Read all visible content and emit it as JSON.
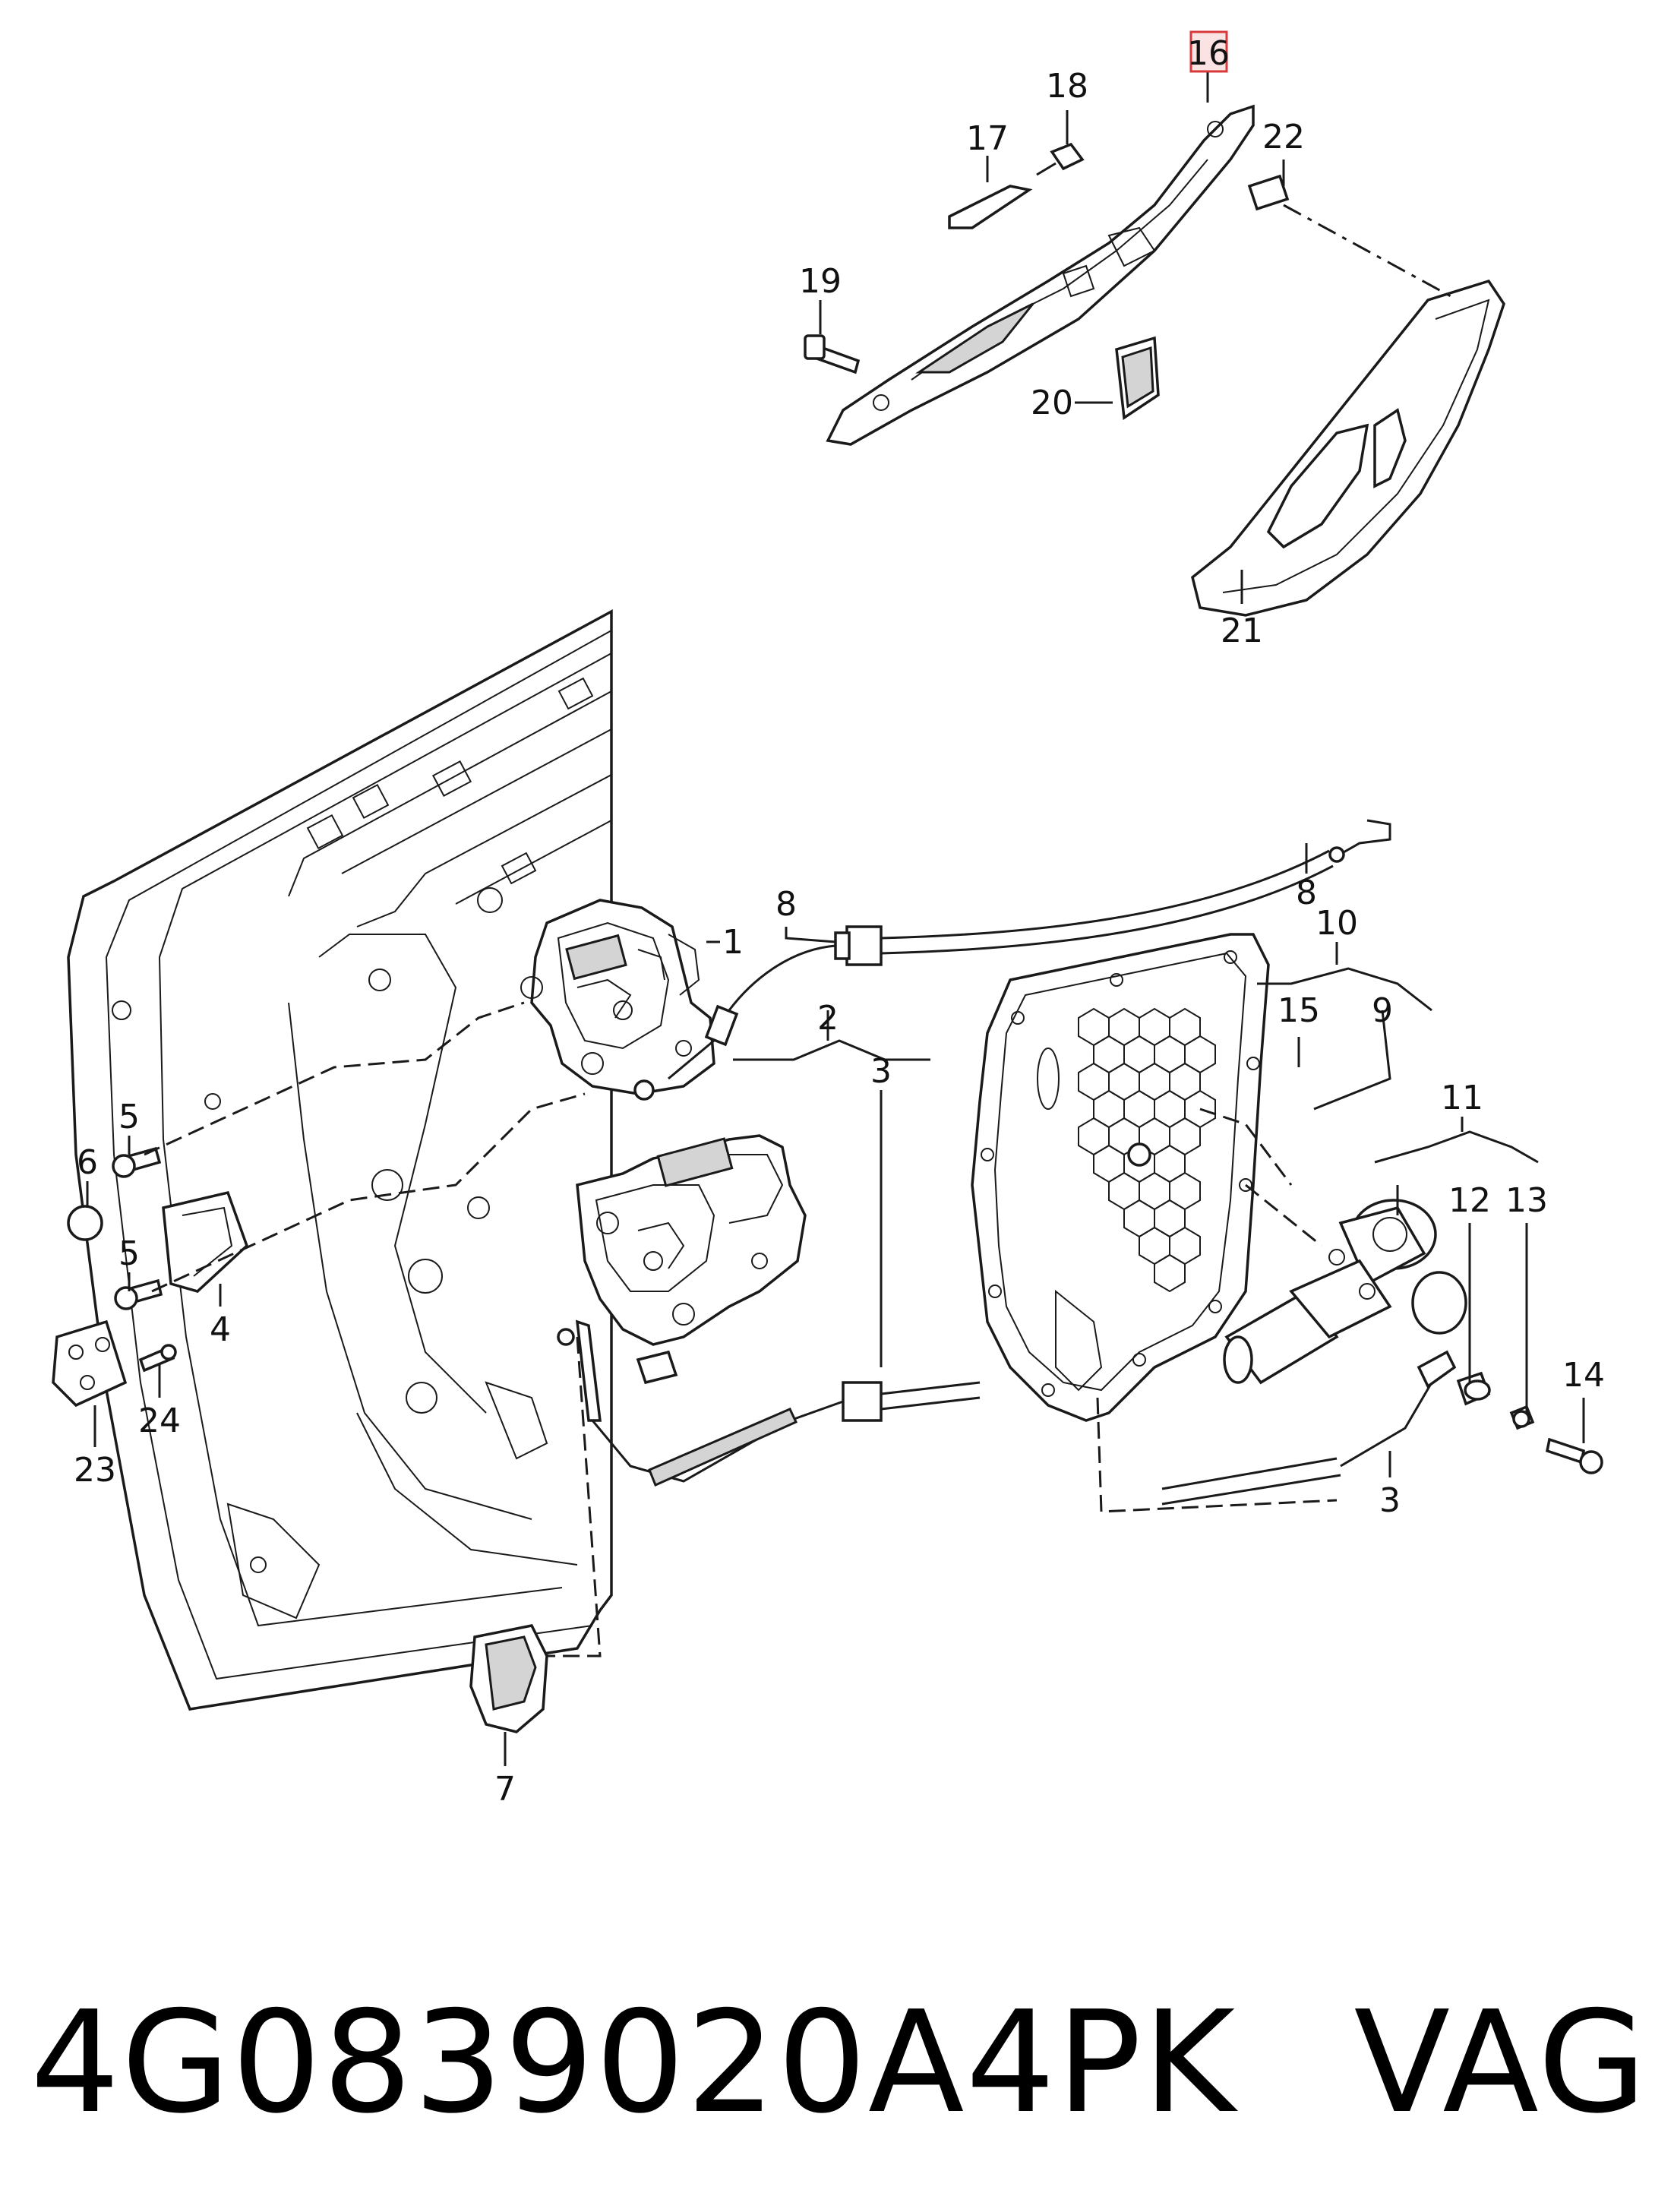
{
  "diagram": {
    "highlighted_part": "16",
    "callouts": [
      "1",
      "2",
      "3",
      "3",
      "4",
      "5",
      "5",
      "6",
      "7",
      "8",
      "8",
      "9",
      "10",
      "11",
      "12",
      "13",
      "14",
      "15",
      "16",
      "17",
      "18",
      "19",
      "20",
      "21",
      "22",
      "23",
      "24"
    ]
  },
  "footer": {
    "part_number": "4G0839020A4PK",
    "brand": "VAG"
  },
  "colors": {
    "highlight_border": "#d9383a",
    "highlight_fill": "#fbe3e3",
    "line": "#1a1a1a"
  }
}
